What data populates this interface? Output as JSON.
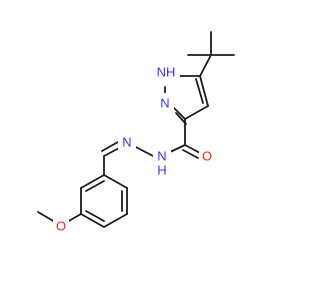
{
  "colors": {
    "bond": "#1a1a1a",
    "nitrogen": "#3a3ad8",
    "oxygen": "#e03020",
    "background": "#ffffff"
  },
  "atom_labels": {
    "n_pyrazole_nh": "NH",
    "nh_h": "H",
    "n_pyrazole": "N",
    "n_hydrazone_imine": "N",
    "n_hydrazone_amide": "N",
    "nh_amide_h": "H",
    "o_carbonyl": "O",
    "o_methoxy": "O"
  }
}
